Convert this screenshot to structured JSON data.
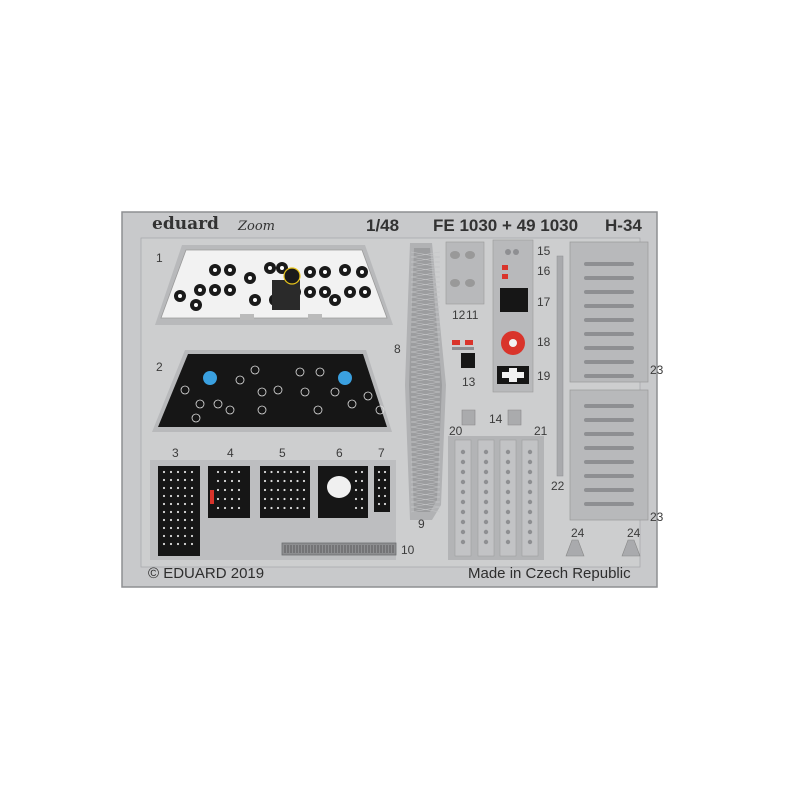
{
  "sheet": {
    "brand": "eduard",
    "brand_sub": "Zoom",
    "scale": "1/48",
    "codes": "FE 1030 + 49 1030",
    "model": "H-34",
    "copyright": "© EDUARD 2019",
    "origin": "Made in Czech Republic"
  },
  "parts": {
    "p1": "1",
    "p2": "2",
    "p3": "3",
    "p4": "4",
    "p5": "5",
    "p6": "6",
    "p7": "7",
    "p8": "8",
    "p9": "9",
    "p10": "10",
    "p11": "11",
    "p12": "12",
    "p13": "13",
    "p14": "14",
    "p15": "15",
    "p16": "16",
    "p17": "17",
    "p18": "18",
    "p19": "19",
    "p20": "20",
    "p21": "21",
    "p22": "22",
    "p23a": "23",
    "p23b": "23",
    "p24a": "24",
    "p24b": "24"
  },
  "colors": {
    "fret": "#c8c9cb",
    "fret_edge": "#8e8f92",
    "panel_white": "#f2f2f2",
    "panel_black": "#161616",
    "gauge_blue": "#3aa0e0",
    "accent_red": "#d9342b"
  }
}
